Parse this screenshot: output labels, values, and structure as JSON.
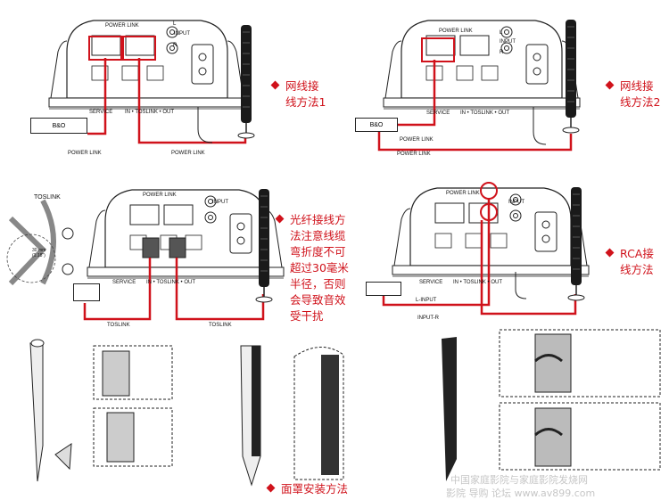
{
  "labels": {
    "power_link": "POWER LINK",
    "input": "INPUT",
    "l": "L",
    "r": "R",
    "service": "SERVICE",
    "in_toslink_out": "IN • TOSLINK • OUT",
    "bo": "B&O",
    "toslink": "TOSLINK",
    "toslink_title": "TOSLINK",
    "l_input": "L-INPUT",
    "input_r": "INPUT-R",
    "radius": "30 mm\n(1.18\")"
  },
  "captions": {
    "method1": [
      "网线接",
      "线方法1"
    ],
    "method2": [
      "网线接",
      "线方法2"
    ],
    "optical": [
      "光纤接线方",
      "法注意线缆",
      "弯折度不可",
      "超过30毫米",
      "半径，否则",
      "会导致音效",
      "受干扰"
    ],
    "rca": [
      "RCA接",
      "线方法"
    ],
    "cover": "面罩安装方法"
  },
  "watermark": {
    "line1": "中国家庭影院与家庭影院发烧网",
    "line2": "影院 导购 论坛 www.av899.com"
  },
  "colors": {
    "cable": "#d0121b",
    "line": "#222222"
  }
}
